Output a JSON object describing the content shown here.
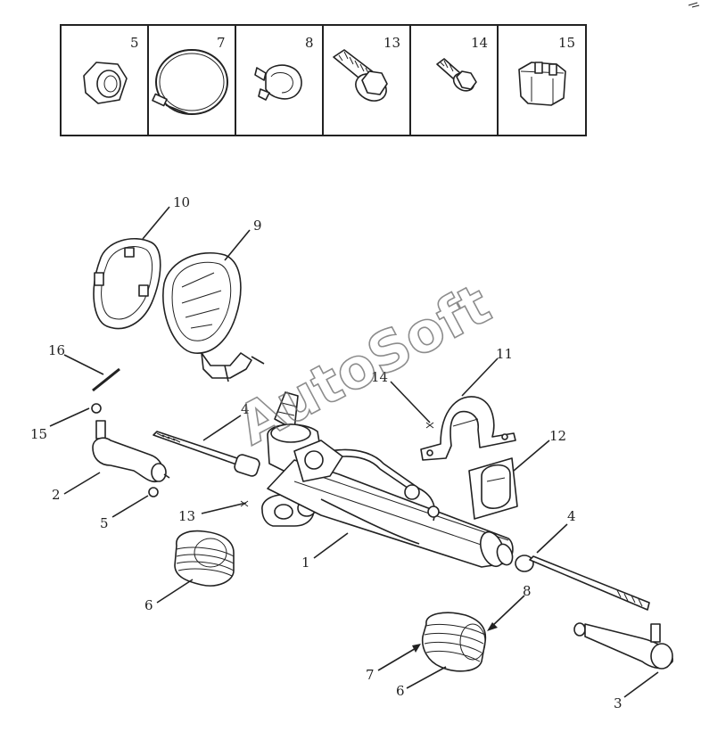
{
  "header_parts": [
    {
      "number": "5",
      "icon": "hex-nut-icon"
    },
    {
      "number": "7",
      "icon": "boot-clamp-ring-icon"
    },
    {
      "number": "8",
      "icon": "spring-clip-icon"
    },
    {
      "number": "13",
      "icon": "flange-bolt-icon"
    },
    {
      "number": "14",
      "icon": "small-bolt-icon"
    },
    {
      "number": "15",
      "icon": "castle-nut-icon"
    }
  ],
  "callouts": [
    {
      "id": "1",
      "label": "1"
    },
    {
      "id": "2",
      "label": "2"
    },
    {
      "id": "3",
      "label": "3"
    },
    {
      "id": "4a",
      "label": "4"
    },
    {
      "id": "4b",
      "label": "4"
    },
    {
      "id": "5",
      "label": "5"
    },
    {
      "id": "6a",
      "label": "6"
    },
    {
      "id": "6b",
      "label": "6"
    },
    {
      "id": "7",
      "label": "7"
    },
    {
      "id": "8",
      "label": "8"
    },
    {
      "id": "9",
      "label": "9"
    },
    {
      "id": "10",
      "label": "10"
    },
    {
      "id": "11",
      "label": "11"
    },
    {
      "id": "12",
      "label": "12"
    },
    {
      "id": "13",
      "label": "13"
    },
    {
      "id": "14",
      "label": "14"
    },
    {
      "id": "15",
      "label": "15"
    },
    {
      "id": "16",
      "label": "16"
    }
  ],
  "watermark": "AutoSoft"
}
